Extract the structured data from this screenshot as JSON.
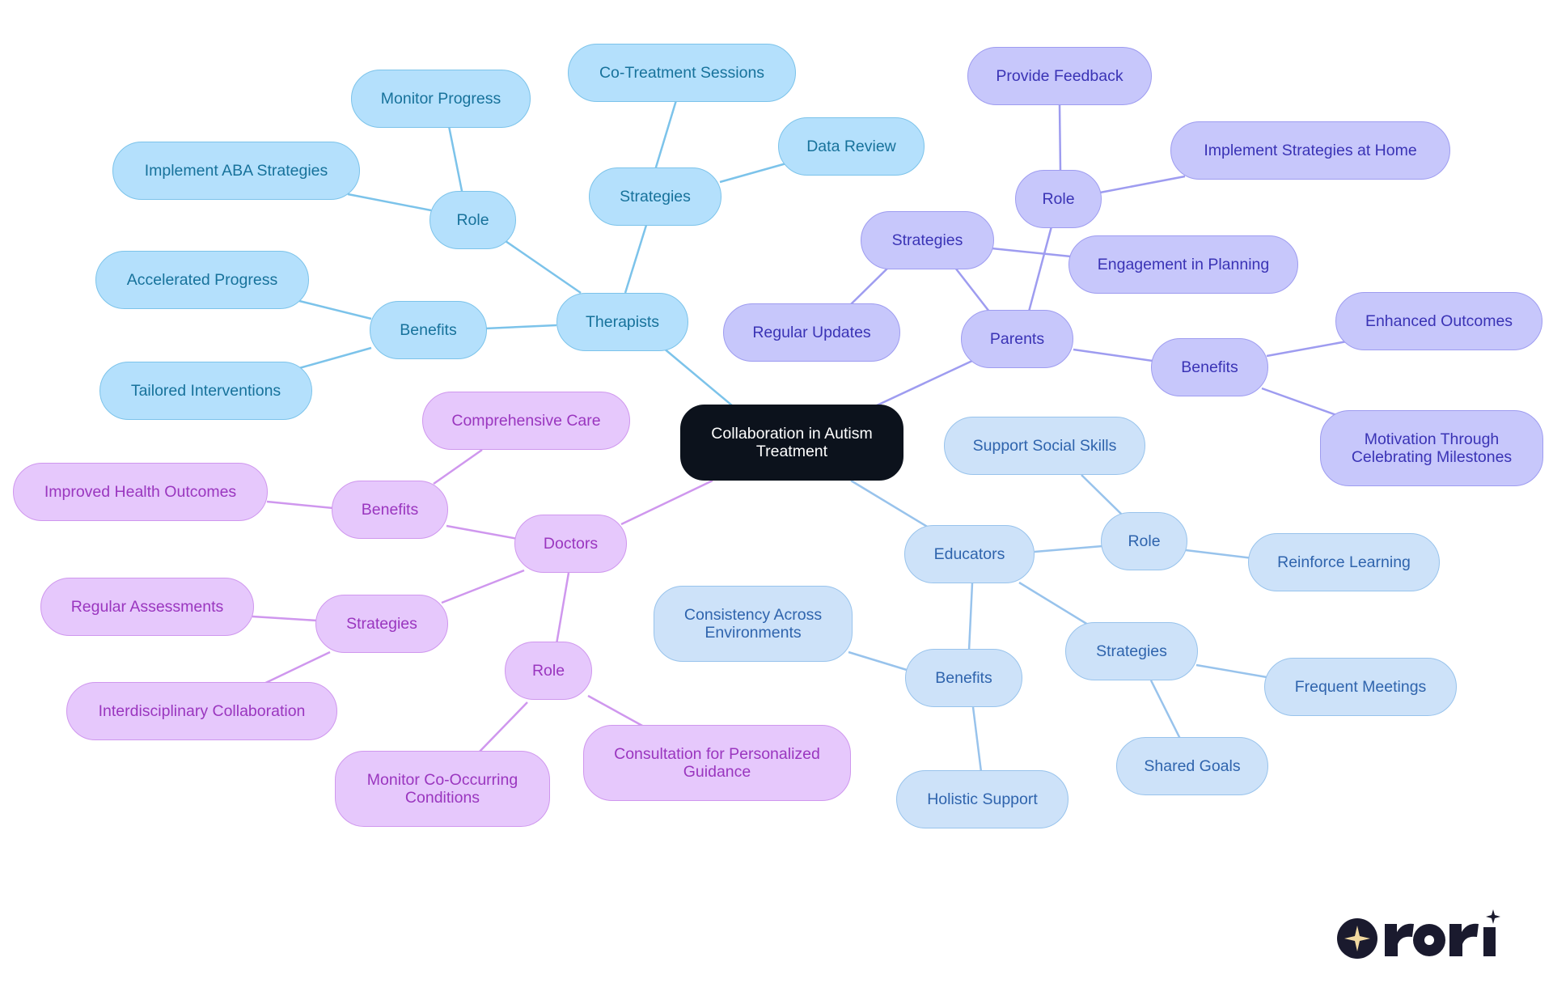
{
  "root": {
    "label": "Collaboration in Autism Treatment"
  },
  "colors": {
    "therapists": {
      "fill": "#b4e0fc",
      "stroke": "#7cc3ea",
      "text": "#17729b",
      "edge": "#7cc3ea"
    },
    "parents": {
      "fill": "#c7c7fb",
      "stroke": "#9e9cf0",
      "text": "#3a33b5",
      "edge": "#9e9cf0"
    },
    "doctors": {
      "fill": "#e6c8fc",
      "stroke": "#cf97ee",
      "text": "#9a36bf",
      "edge": "#cf97ee"
    },
    "educators": {
      "fill": "#cde2f9",
      "stroke": "#98c3ec",
      "text": "#2f64ad",
      "edge": "#98c3ec"
    },
    "root": {
      "fill": "#0c121c",
      "text": "#ffffff"
    }
  },
  "branches": {
    "therapists": {
      "label": "Therapists",
      "role": {
        "label": "Role",
        "items": [
          "Monitor Progress",
          "Implement ABA Strategies"
        ]
      },
      "strategies": {
        "label": "Strategies",
        "items": [
          "Co-Treatment Sessions",
          "Data Review"
        ]
      },
      "benefits": {
        "label": "Benefits",
        "items": [
          "Accelerated Progress",
          "Tailored Interventions"
        ]
      }
    },
    "parents": {
      "label": "Parents",
      "role": {
        "label": "Role",
        "items": [
          "Provide Feedback",
          "Implement Strategies at Home"
        ]
      },
      "strategies": {
        "label": "Strategies",
        "items": [
          "Engagement in Planning",
          "Regular Updates"
        ]
      },
      "benefits": {
        "label": "Benefits",
        "items": [
          "Enhanced Outcomes",
          "Motivation Through Celebrating Milestones"
        ]
      }
    },
    "doctors": {
      "label": "Doctors",
      "benefits": {
        "label": "Benefits",
        "items": [
          "Comprehensive Care",
          "Improved Health Outcomes"
        ]
      },
      "strategies": {
        "label": "Strategies",
        "items": [
          "Regular Assessments",
          "Interdisciplinary Collaboration"
        ]
      },
      "role": {
        "label": "Role",
        "items": [
          "Monitor Co-Occurring Conditions",
          "Consultation for Personalized Guidance"
        ]
      }
    },
    "educators": {
      "label": "Educators",
      "role": {
        "label": "Role",
        "items": [
          "Support Social Skills",
          "Reinforce Learning"
        ]
      },
      "benefits": {
        "label": "Benefits",
        "items": [
          "Consistency Across Environments",
          "Holistic Support"
        ]
      },
      "strategies": {
        "label": "Strategies",
        "items": [
          "Frequent Meetings",
          "Shared Goals"
        ]
      }
    }
  },
  "logo": {
    "text": "rori",
    "icon": "sparkle-icon"
  }
}
